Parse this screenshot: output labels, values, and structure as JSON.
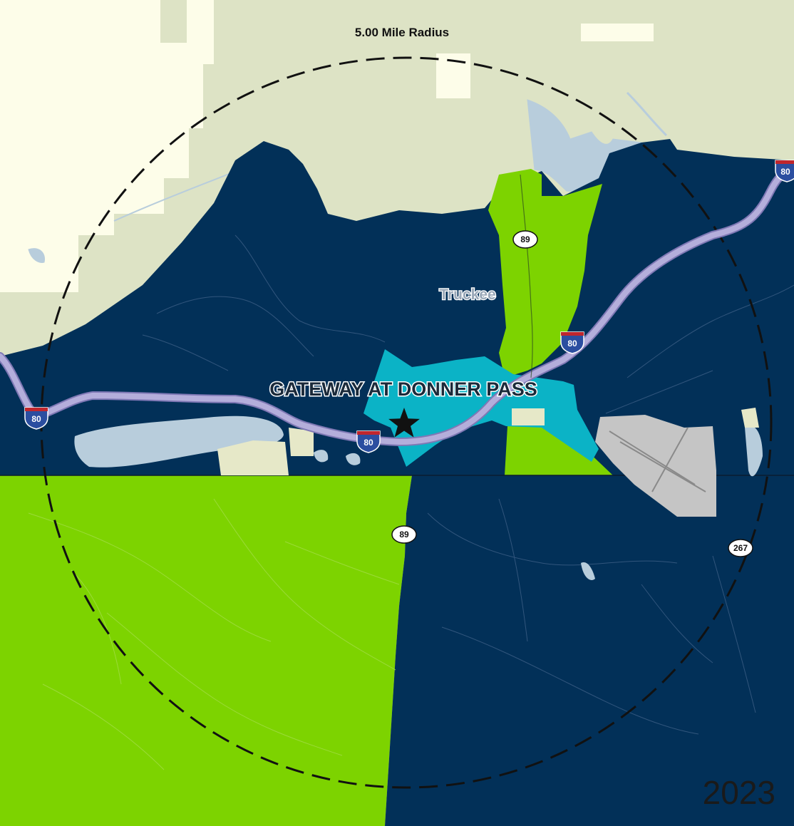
{
  "map": {
    "radius_label": "5.00 Mile Radius",
    "site_label": "GATEWAY AT DONNER PASS",
    "city_label": "Truckee",
    "year_label": "2023",
    "site_marker_icon": "star-icon",
    "interstate_shields": [
      {
        "number": "80"
      },
      {
        "number": "80"
      },
      {
        "number": "80"
      },
      {
        "number": "80"
      }
    ],
    "route_shields": [
      {
        "number": "89"
      },
      {
        "number": "89"
      },
      {
        "number": "267"
      }
    ]
  },
  "colors": {
    "background_land": "#dde3c5",
    "public_land": "#fdfde9",
    "water": "#b8cddc",
    "region_dark": "#023058",
    "region_green": "#7dd300",
    "region_teal": "#0bb3c6",
    "airport": "#c5c5c5",
    "highway": "#b4aedb",
    "radius_ring": "#111111"
  }
}
